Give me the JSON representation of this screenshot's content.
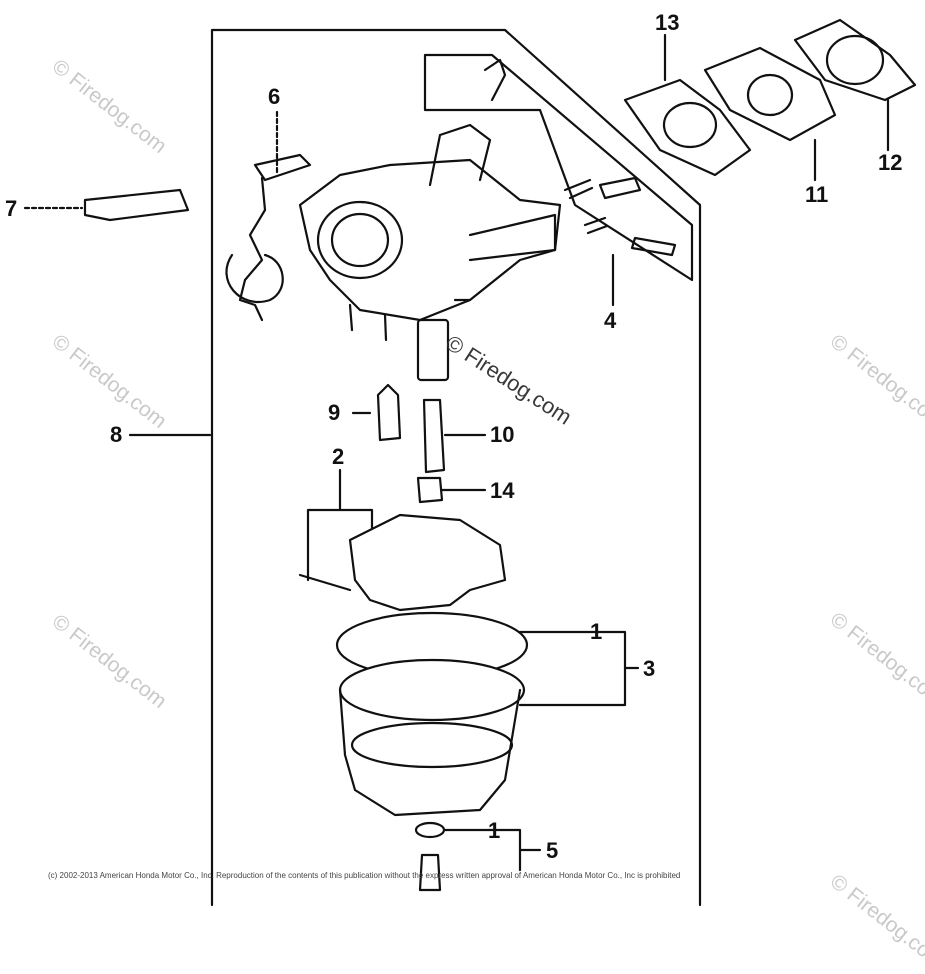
{
  "diagram": {
    "callouts": [
      "1",
      "2",
      "3",
      "4",
      "5",
      "6",
      "7",
      "8",
      "9",
      "10",
      "11",
      "12",
      "13",
      "14"
    ],
    "callout_1b": "1",
    "watermark": "© Firedog.com",
    "copyright": "(c) 2002-2013 American Honda Motor Co., Inc. Reproduction of the contents of this publication without the express written approval of American Honda Motor Co., Inc is prohibited"
  },
  "colors": {
    "ink": "#111111",
    "watermark": "#c9c9c9",
    "background": "#ffffff"
  }
}
